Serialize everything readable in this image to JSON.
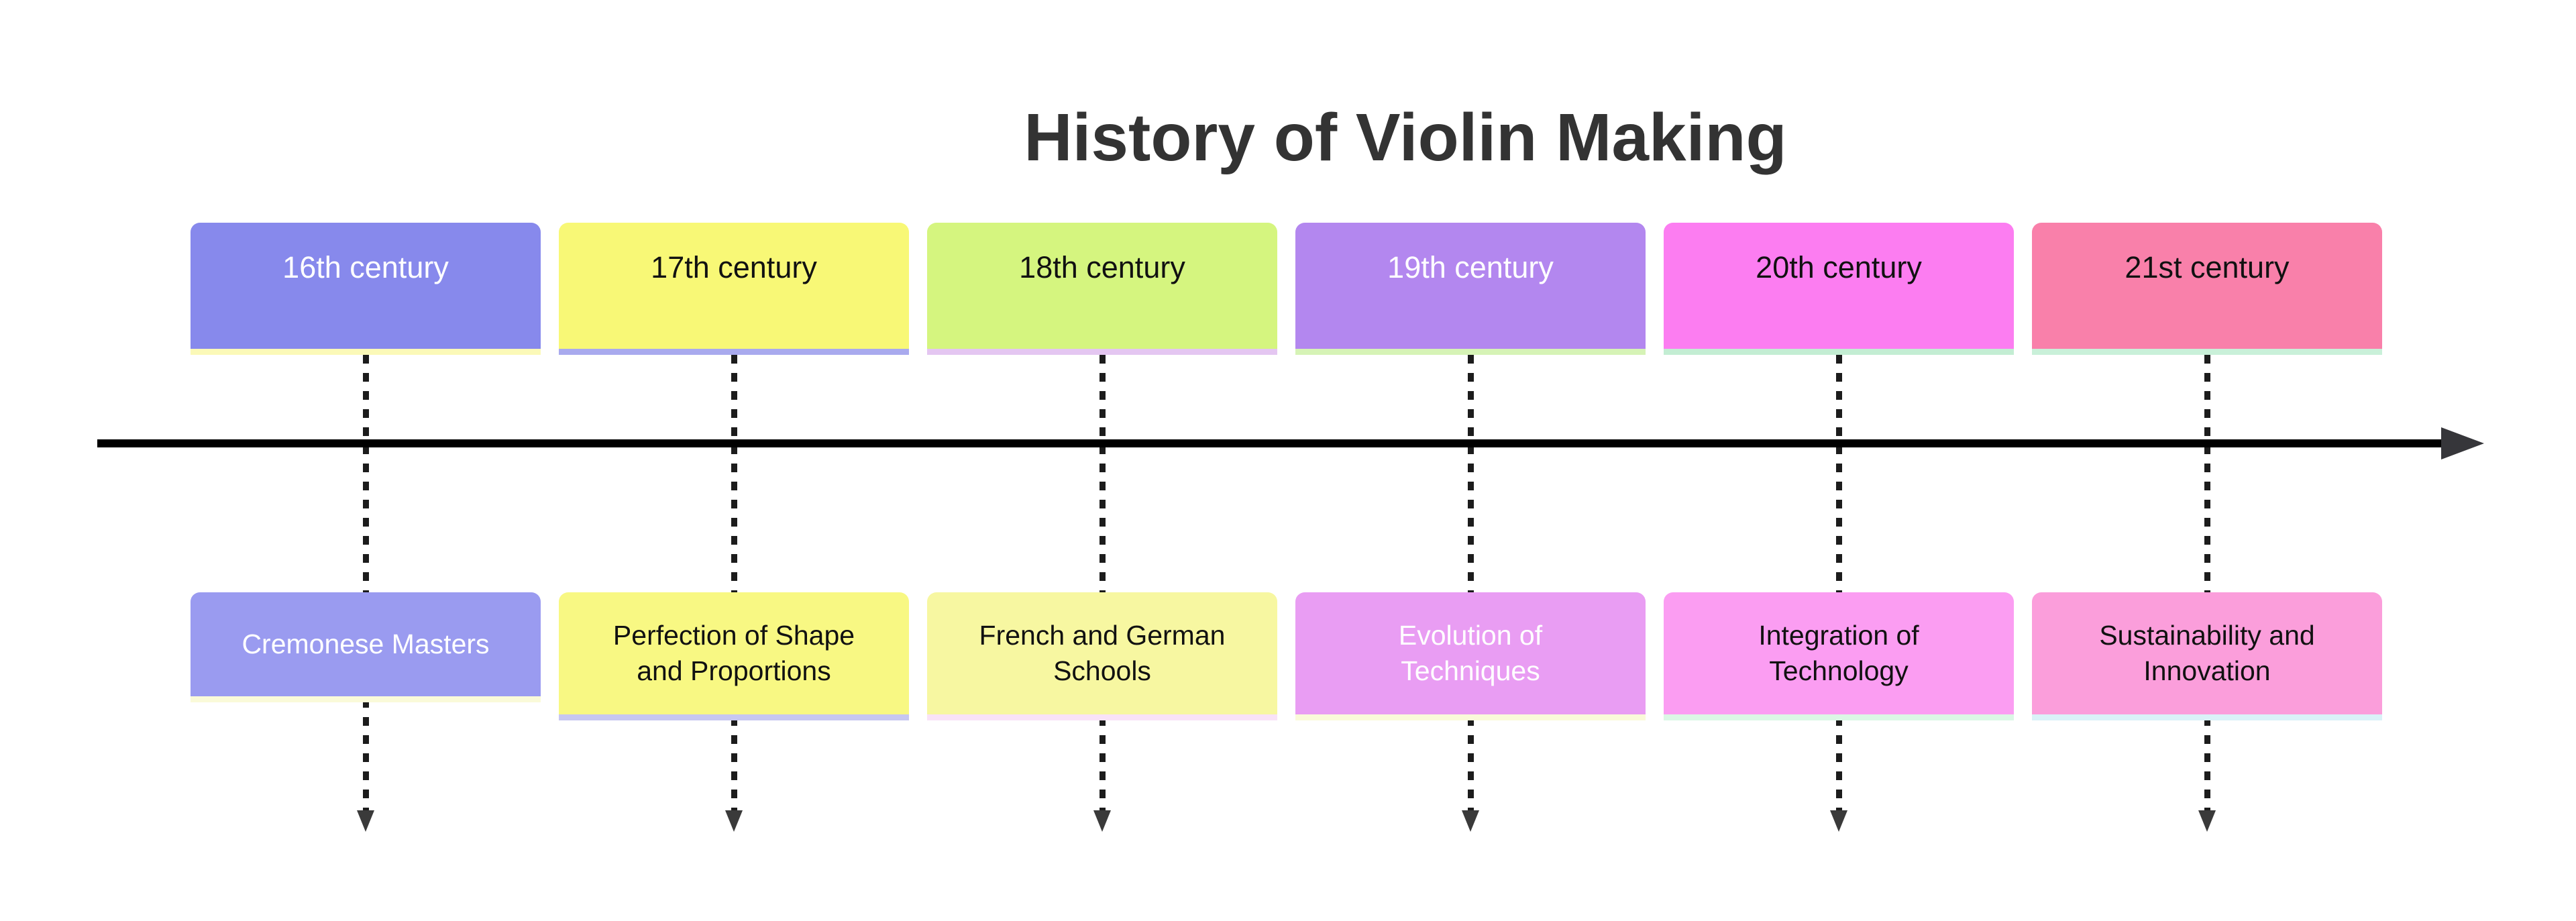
{
  "title": {
    "text": "History of Violin Making",
    "color": "#333333"
  },
  "axis": {
    "color": "#000000",
    "arrow_color": "#36363a"
  },
  "connector": {
    "dash_color": "#1c1c1c",
    "arrow_color": "#3a3a3a"
  },
  "columns": [
    {
      "period": "16th century",
      "event": "Cremonese Masters",
      "colors": {
        "period_bg": "#8789ec",
        "period_text": "#ffffff",
        "period_strip": "#fbf9b8",
        "event_bg": "#9a9bf0",
        "event_text": "#ffffff",
        "event_strip": "#fafad9"
      }
    },
    {
      "period": "17th century",
      "event": "Perfection of Shape\nand Proportions",
      "colors": {
        "period_bg": "#f8f876",
        "period_text": "#111111",
        "period_strip": "#a9aaee",
        "event_bg": "#f8f883",
        "event_text": "#111111",
        "event_strip": "#c7c7f1"
      }
    },
    {
      "period": "18th century",
      "event": "French and German\nSchools",
      "colors": {
        "period_bg": "#d5f57f",
        "period_text": "#111111",
        "period_strip": "#e4c6f1",
        "event_bg": "#f7f7a1",
        "event_text": "#111111",
        "event_strip": "#f9e2f7"
      }
    },
    {
      "period": "19th century",
      "event": "Evolution of\nTechniques",
      "colors": {
        "period_bg": "#b387ef",
        "period_text": "#ffffff",
        "period_strip": "#d6f3b6",
        "event_bg": "#e99df3",
        "event_text": "#ffffff",
        "event_strip": "#fafad9"
      }
    },
    {
      "period": "20th century",
      "event": "Integration of\nTechnology",
      "colors": {
        "period_bg": "#fc7df1",
        "period_text": "#111111",
        "period_strip": "#c3edd3",
        "event_bg": "#fb9df2",
        "event_text": "#111111",
        "event_strip": "#dbf7e5"
      }
    },
    {
      "period": "21st century",
      "event": "Sustainability and\nInnovation",
      "colors": {
        "period_bg": "#f980aa",
        "period_text": "#111111",
        "period_strip": "#c9f0d9",
        "event_bg": "#fb9edb",
        "event_text": "#111111",
        "event_strip": "#daf2f8"
      }
    }
  ]
}
